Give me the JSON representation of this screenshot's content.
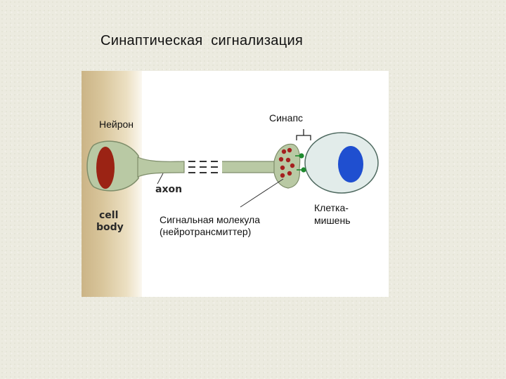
{
  "title": "Синаптическая  сигнализация",
  "labels": {
    "neuron": "Нейрон",
    "synapse": "Синапс",
    "axon": "axon",
    "cell_body_line1": "cell",
    "cell_body_line2": "body",
    "signal_molecule_line1": "Сигнальная молекула",
    "signal_molecule_line2": "(нейротрансмиттер)",
    "target_cell_line1": "Клетка-",
    "target_cell_line2": "мишень"
  },
  "colors": {
    "neuron_body": "#b9c9a4",
    "nucleus_neuron": "#9b2314",
    "target_cell": "#e2ecea",
    "nucleus_target": "#1f4fd0",
    "neurotransmitter": "#a51f1f",
    "receptor": "#1e8a2e"
  }
}
